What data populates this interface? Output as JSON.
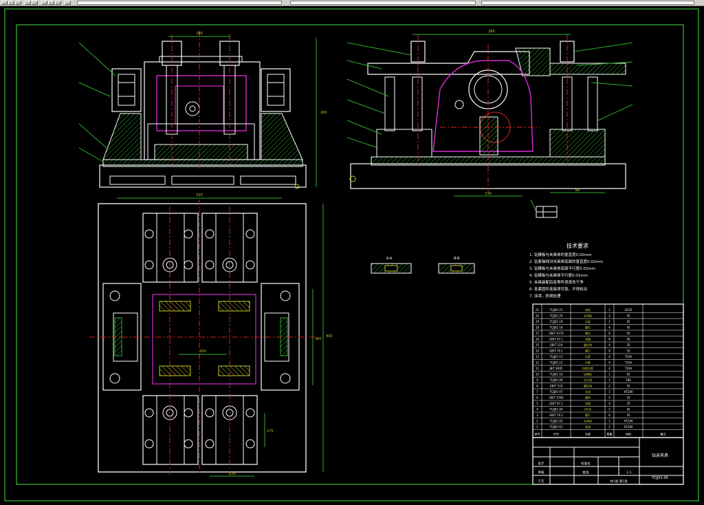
{
  "toolbar": {
    "buttons": [
      "new-icon",
      "open-icon",
      "save-icon",
      "print-icon",
      "preview-icon",
      "cut-icon",
      "copy-icon",
      "paste-icon",
      "undo-icon"
    ],
    "layer_combo": "",
    "style_combo": ""
  },
  "drawing": {
    "tech_title": "技术要求",
    "tech_notes": [
      "1. 钻模板与夹具体的垂直度0.02mm",
      "2. 钻套轴线对夹具体底面的垂直度0.02mm",
      "3. 钻模板与夹具体底面平行度0.02mm",
      "4. 钻模板与夹具体平行度0.01mm",
      "5. 夹具装配后各零件须清洗干净",
      "6. 各紧固件连接须可靠，不得松动",
      "7. 涂漆，防锈处理"
    ],
    "dims": {
      "top_width": "180",
      "top_right_width": "280",
      "plan_width": "520",
      "plan_height": "400",
      "plan_inner": "360",
      "side_height": "260",
      "bottom_dim": "130",
      "center_dim": "200",
      "right_height": "175",
      "section_a": "A-A",
      "section_b": "B-B",
      "right_bottom_dim": "80",
      "right_small": "130"
    },
    "title_block": {
      "name": "钻床夹具",
      "code": "TCJJ01-00",
      "scale": "1:1",
      "sheet": "共1张 第1张",
      "weight": "",
      "designer": "设计",
      "checker": "审核",
      "process": "工艺",
      "approve": "批准",
      "std": "标准化",
      "date": "",
      "material": ""
    },
    "parts": [
      [
        "21",
        "TCJJ01-21",
        "底板",
        "1",
        "Q235",
        ""
      ],
      [
        "20",
        "TCJJ01-20",
        "支承板",
        "2",
        "45",
        ""
      ],
      [
        "19",
        "TCJJ01-19",
        "压板",
        "2",
        "45",
        ""
      ],
      [
        "18",
        "TCJJ01-18",
        "螺柱",
        "4",
        "45",
        ""
      ],
      [
        "17",
        "GB/T 6170",
        "螺母",
        "8",
        "45",
        ""
      ],
      [
        "16",
        "GB/T 97.1",
        "垫圈",
        "8",
        "45",
        ""
      ],
      [
        "15",
        "GB/T 119",
        "圆柱销",
        "4",
        "35",
        ""
      ],
      [
        "14",
        "GB/T 70.1",
        "螺钉",
        "8",
        "35",
        ""
      ],
      [
        "13",
        "TCJJ01-13",
        "钻套",
        "4",
        "T10A",
        ""
      ],
      [
        "12",
        "TCJJ01-12",
        "衬套",
        "4",
        "T10A",
        ""
      ],
      [
        "11",
        "JB/T 8045",
        "快换钻套",
        "4",
        "T10A",
        ""
      ],
      [
        "10",
        "TCJJ01-10",
        "钻模板",
        "1",
        "45",
        ""
      ],
      [
        "9",
        "TCJJ01-09",
        "定位销",
        "2",
        "T8A",
        ""
      ],
      [
        "8",
        "GB/T 119",
        "圆柱销",
        "2",
        "45",
        ""
      ],
      [
        "7",
        "TCJJ01-07",
        "支座",
        "2",
        "HT200",
        ""
      ],
      [
        "6",
        "GB/T 5783",
        "螺栓",
        "4",
        "35",
        ""
      ],
      [
        "5",
        "GB/T 97.1",
        "垫圈",
        "4",
        "35",
        ""
      ],
      [
        "4",
        "TCJJ01-04",
        "V形块",
        "2",
        "45",
        ""
      ],
      [
        "3",
        "GB/T 70.1",
        "螺钉",
        "6",
        "35",
        ""
      ],
      [
        "2",
        "TCJJ01-02",
        "夹具体",
        "1",
        "HT200",
        ""
      ],
      [
        "1",
        "TCJJ01-01",
        "底座",
        "1",
        "HT200",
        ""
      ]
    ],
    "parts_header": [
      "序号",
      "代号",
      "名称",
      "数量",
      "材料",
      "备注"
    ]
  }
}
